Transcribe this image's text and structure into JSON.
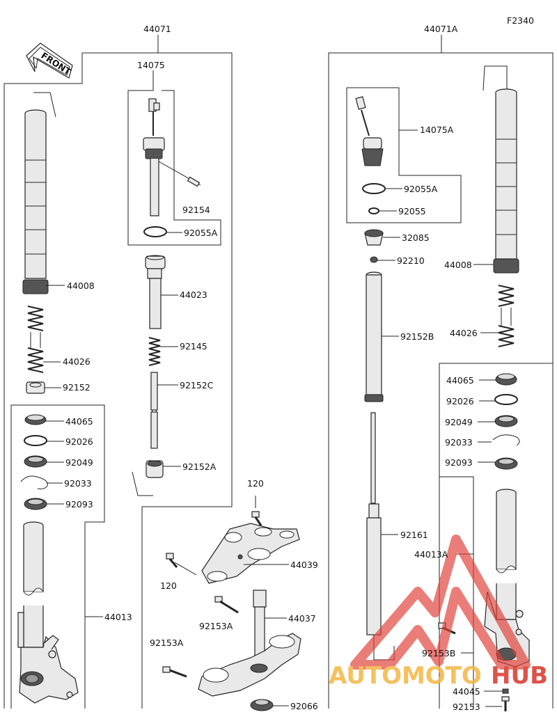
{
  "figure_code": "F2340",
  "front_label": "FRONT",
  "assemblies": {
    "left": "44071",
    "right": "44071A"
  },
  "labels": {
    "l_14075": "14075",
    "l_92154": "92154",
    "l_92055A_left": "92055A",
    "l_44023": "44023",
    "l_92145": "92145",
    "l_92152C": "92152C",
    "l_92152A": "92152A",
    "l_44008_left": "44008",
    "l_44026_left": "44026",
    "l_92152": "92152",
    "l_44065_left": "44065",
    "l_92026_left": "92026",
    "l_92049_left": "92049",
    "l_92033_left": "92033",
    "l_92093_left": "92093",
    "l_44013": "44013",
    "l_120_top": "120",
    "l_120_mid": "120",
    "l_44039": "44039",
    "l_92153A_a": "92153A",
    "l_44037": "44037",
    "l_92153A_b": "92153A",
    "l_92066": "92066",
    "l_14075A": "14075A",
    "l_92055A_right": "92055A",
    "l_92055": "92055",
    "l_32085": "32085",
    "l_92210": "92210",
    "l_92152B": "92152B",
    "l_44008_right": "44008",
    "l_44026_right": "44026",
    "l_44065_right": "44065",
    "l_92026_right": "92026",
    "l_92049_right": "92049",
    "l_92033_right": "92033",
    "l_92093_right": "92093",
    "l_92161": "92161",
    "l_44013A": "44013A",
    "l_92153B": "92153B",
    "l_44045": "44045",
    "l_92153": "92153"
  },
  "watermark": {
    "part1": "AUTOMOTO",
    "part2": "HUB",
    "color1": "#f4b642",
    "color2": "#d9362a"
  },
  "colors": {
    "line": "#222222",
    "part_fill": "#e9e9e9",
    "logo": "#e0413a"
  }
}
